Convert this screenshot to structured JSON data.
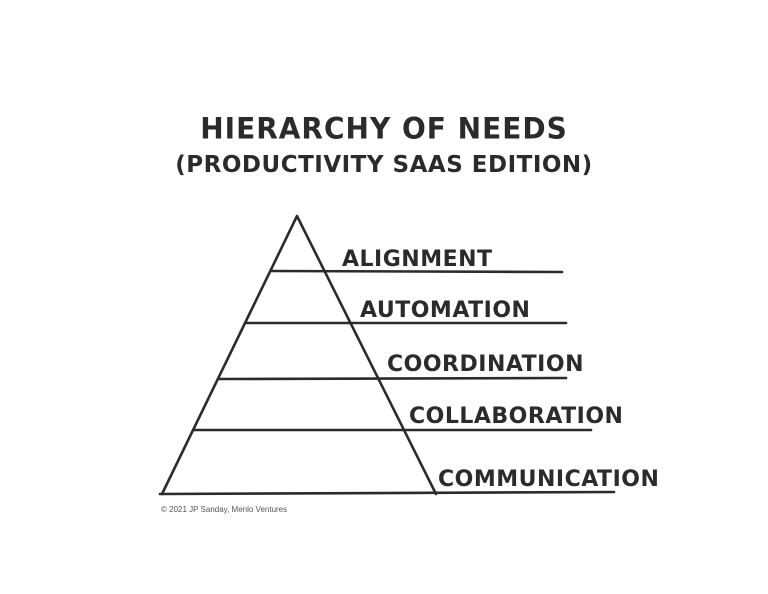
{
  "title": {
    "line1": "HIERARCHY OF NEEDS",
    "line2": "(PRODUCTIVITY SAAS EDITION)"
  },
  "levels": [
    {
      "label": "ALIGNMENT"
    },
    {
      "label": "AUTOMATION"
    },
    {
      "label": "COORDINATION"
    },
    {
      "label": "COLLABORATION"
    },
    {
      "label": "COMMUNICATION"
    }
  ],
  "credit": "© 2021 JP Sanday, Menlo Ventures",
  "colors": {
    "ink": "#2b2b2b",
    "background": "#ffffff",
    "credit": "#555555"
  }
}
